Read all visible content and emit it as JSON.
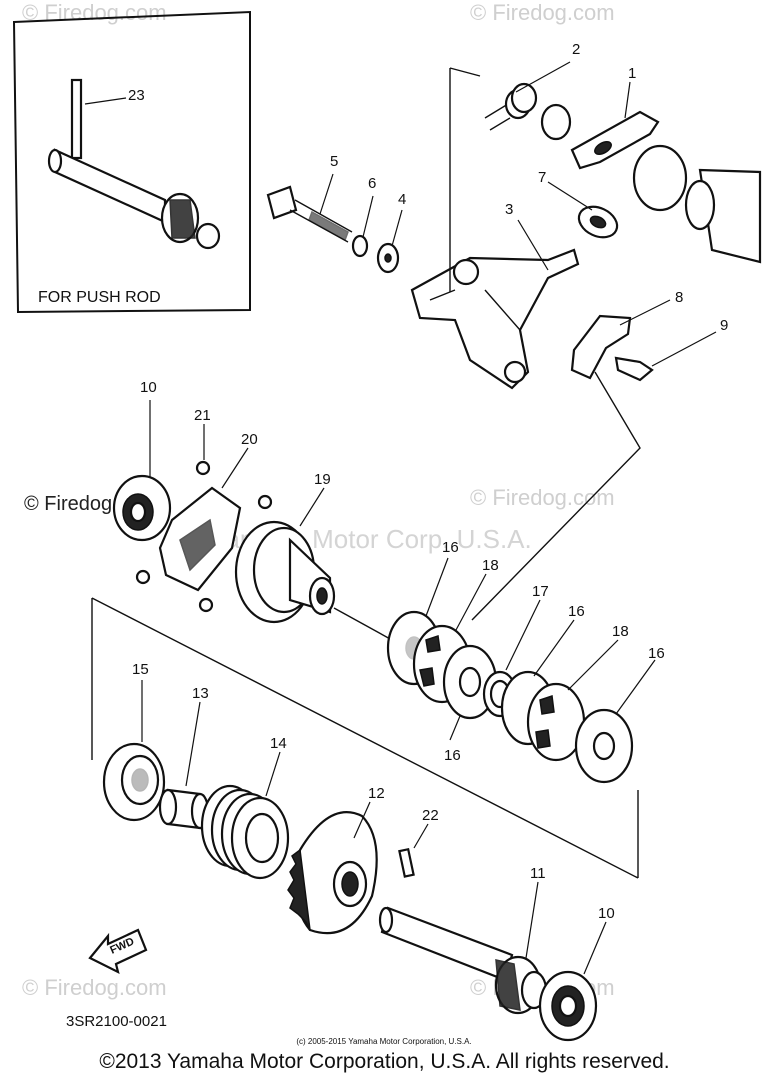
{
  "diagram": {
    "inset_caption": "FOR PUSH ROD",
    "part_code": "3SR2100-0021",
    "fwd_label": "FWD",
    "source_line": "(c) 2005-2015 Yamaha Motor Corporation, U.S.A.",
    "footer": "©2013 Yamaha Motor Corporation, U.S.A. All rights reserved.",
    "watermarks": {
      "firedog": "© Firedog.com",
      "yamaha": "Yamaha Motor Corp. U.S.A."
    },
    "callouts": {
      "c1": "1",
      "c2": "2",
      "c3": "3",
      "c4": "4",
      "c5": "5",
      "c6": "6",
      "c7": "7",
      "c8": "8",
      "c9": "9",
      "c10a": "10",
      "c10b": "10",
      "c11": "11",
      "c12": "12",
      "c13": "13",
      "c14": "14",
      "c15": "15",
      "c16a": "16",
      "c16b": "16",
      "c16c": "16",
      "c16d": "16",
      "c17": "17",
      "c18a": "18",
      "c18b": "18",
      "c19": "19",
      "c20": "20",
      "c21": "21",
      "c22": "22",
      "c23": "23"
    }
  }
}
